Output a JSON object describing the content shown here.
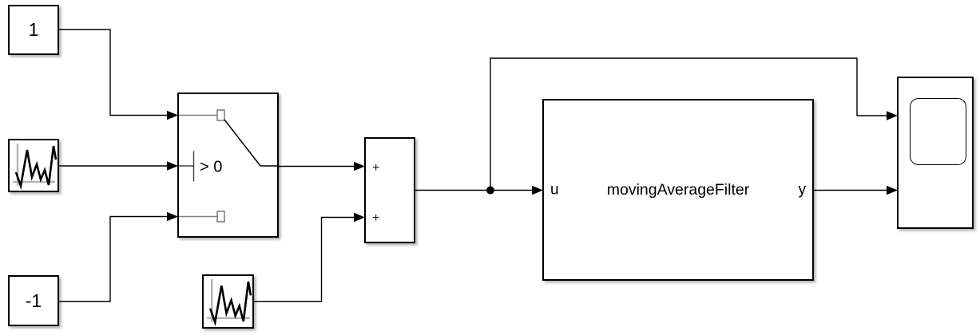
{
  "diagram": {
    "background": "#ffffff",
    "wire_color": "#000000",
    "block_border_color": "#000000",
    "port_stub_color": "#808080",
    "icon_axis_color": "#b3b3b3"
  },
  "blocks": {
    "constant_one": {
      "label": "1"
    },
    "constant_minus_one": {
      "label": "-1"
    },
    "noise_source_top": {
      "icon": "noise-waveform-icon"
    },
    "noise_source_bottom": {
      "icon": "noise-waveform-icon"
    },
    "switch": {
      "threshold_label": "> 0"
    },
    "sum": {
      "top_sign": "+",
      "bottom_sign": "+"
    },
    "moving_average_filter": {
      "title": "movingAverageFilter",
      "input_port_label": "u",
      "output_port_label": "y"
    },
    "scope": {
      "icon": "scope-display-icon"
    }
  }
}
